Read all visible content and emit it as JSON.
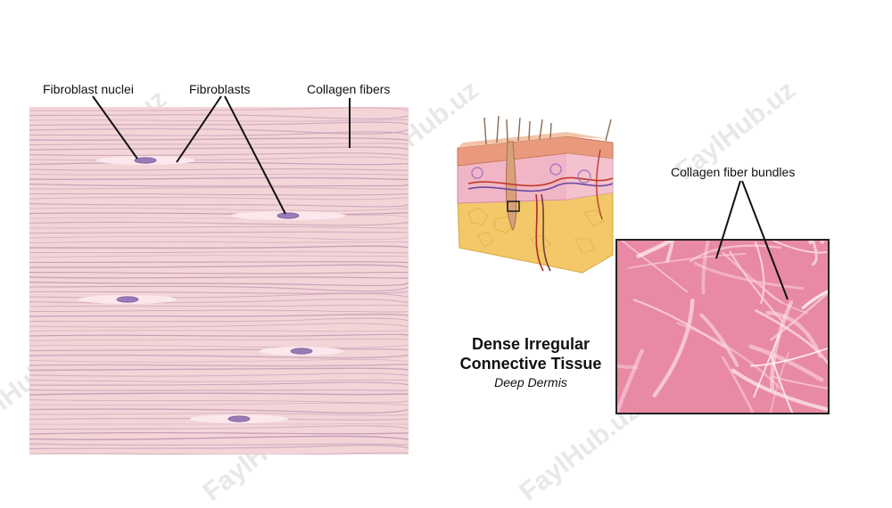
{
  "labels": {
    "fibroblast_nuclei": "Fibroblast nuclei",
    "fibroblasts": "Fibroblasts",
    "collagen_fibers": "Collagen fibers",
    "collagen_fiber_bundles": "Collagen fiber bundles"
  },
  "title": {
    "line1": "Dense Irregular",
    "line2": "Connective Tissue",
    "subtitle": "Deep Dermis"
  },
  "watermark": "FaylHub.uz",
  "colors": {
    "tissue_background": "#f3d5d8",
    "fiber_line": "#c49ab4",
    "nucleus": "#9a7bb6",
    "fibroblast_body": "#fbe8ec",
    "micrograph_base": "#e88aa4",
    "micrograph_fiber": "#fbd3de"
  }
}
